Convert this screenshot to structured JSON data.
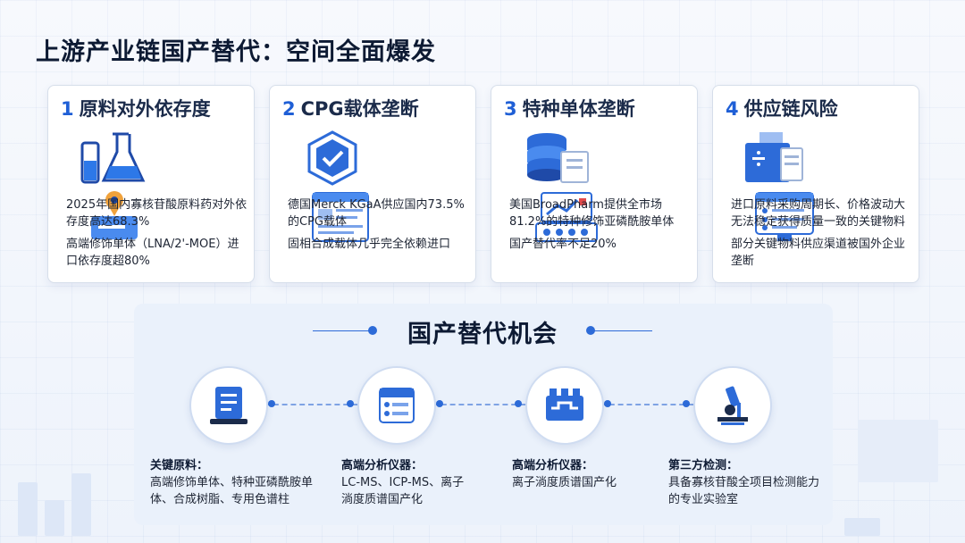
{
  "title": "上游产业链国产替代：空间全面爆发",
  "cards": [
    {
      "num": "1",
      "title": "原料对外依存度",
      "lines": [
        "2025年国内寡核苷酸原料药对外依存度高达68.3%",
        "高端修饰单体（LNA/2'-MOE）进口依存度超80%"
      ],
      "icons": [
        "flask-icon",
        "location-card-icon"
      ]
    },
    {
      "num": "2",
      "title": "CPG载体垄断",
      "lines": [
        "德国Merck KGaA供应国内73.5%的CPG载体",
        "固相合成载体几乎完全依赖进口"
      ],
      "icons": [
        "shield-check-icon",
        "document-icon"
      ]
    },
    {
      "num": "3",
      "title": "特种单体垄断",
      "lines": [
        "美国BroadPharm提供全市场81.2%的特种修饰亚磷酰胺单体",
        "国产替代率不足20%"
      ],
      "icons": [
        "database-icon",
        "chart-panel-icon"
      ]
    },
    {
      "num": "4",
      "title": "供应链风险",
      "lines": [
        "进口原料采购周期长、价格波动大无法稳定获得质量一致的关键物料",
        "部分关键物料供应渠道被国外企业垄断"
      ],
      "icons": [
        "supply-box-icon",
        "dashboard-icon"
      ]
    }
  ],
  "opportunity": {
    "title": "国产替代机会",
    "items": [
      {
        "heading": "关键原料：",
        "text": "高端修饰单体、特种亚磷酰胺单体、合成树脂、专用色谱柱",
        "icon": "tablet-icon"
      },
      {
        "heading": "高端分析仪器：",
        "text": "LC-MS、ICP-MS、离子淌度质谱国产化",
        "icon": "instrument-icon"
      },
      {
        "heading": "高端分析仪器：",
        "text": "离子淌度质谱国产化",
        "icon": "module-icon"
      },
      {
        "heading": "第三方检测：",
        "text": "具备寡核苷酸全项目检测能力的专业实验室",
        "icon": "microscope-icon"
      }
    ]
  },
  "colors": {
    "accent": "#1f5fd6",
    "title": "#0d1a33",
    "panel": "#eaf1fb"
  }
}
